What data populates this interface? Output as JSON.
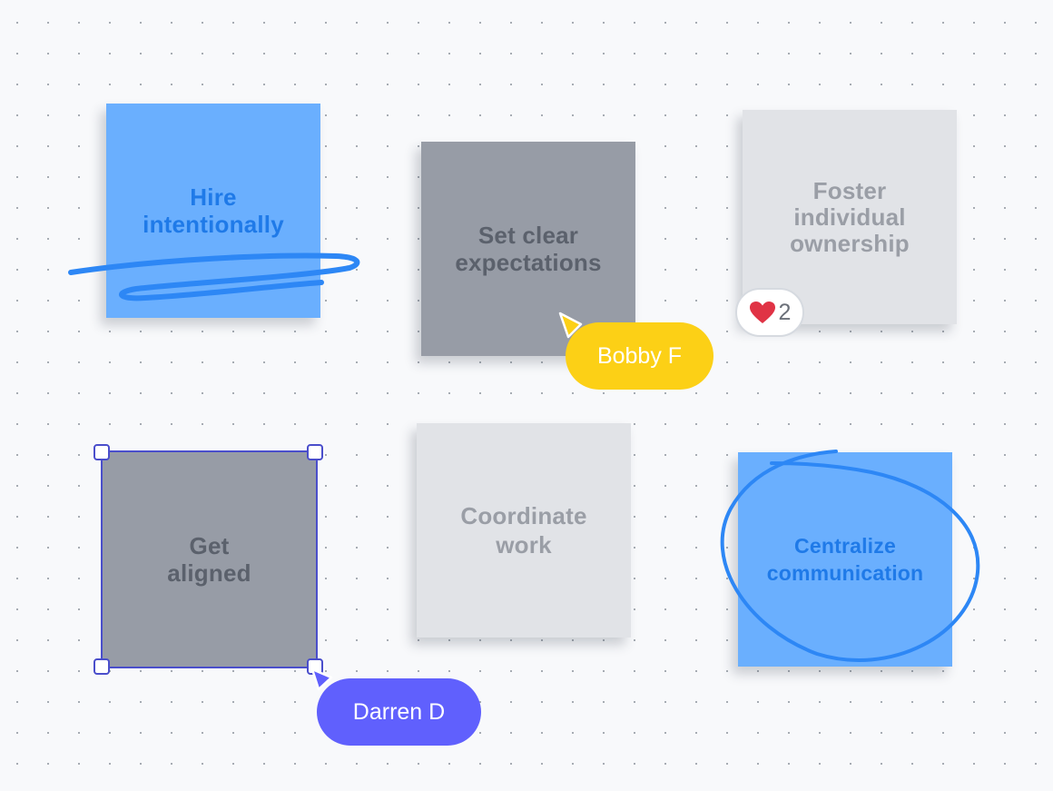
{
  "board": {
    "notes": [
      {
        "id": "hire",
        "lines": [
          "Hire",
          "intentionally"
        ],
        "color": "blue"
      },
      {
        "id": "expectations",
        "lines": [
          "Set clear",
          "expectations"
        ],
        "color": "dark"
      },
      {
        "id": "ownership",
        "lines": [
          "Foster",
          "individual",
          "ownership"
        ],
        "color": "light"
      },
      {
        "id": "aligned",
        "lines": [
          "Get",
          "aligned"
        ],
        "color": "dark",
        "selected": true
      },
      {
        "id": "coordinate",
        "lines": [
          "Coordinate",
          "work"
        ],
        "color": "light"
      },
      {
        "id": "centralize",
        "lines": [
          "Centralize",
          "communication"
        ],
        "color": "blue"
      }
    ],
    "reaction": {
      "icon": "heart-icon",
      "count": "2"
    },
    "collaborators": [
      {
        "name": "Bobby F",
        "color": "#fcd016",
        "icon": "cursor-arrow-icon"
      },
      {
        "name": "Darren D",
        "color": "#6060fd",
        "icon": "cursor-arrow-icon"
      }
    ]
  },
  "colors": {
    "blue_note": "#6aaffe",
    "blue_text": "#1f7ae8",
    "dark_note": "#979ca6",
    "light_note": "#e1e3e7",
    "pen_stroke": "#2d87f5",
    "selection": "#4a4ecb",
    "heart": "#e03345"
  }
}
